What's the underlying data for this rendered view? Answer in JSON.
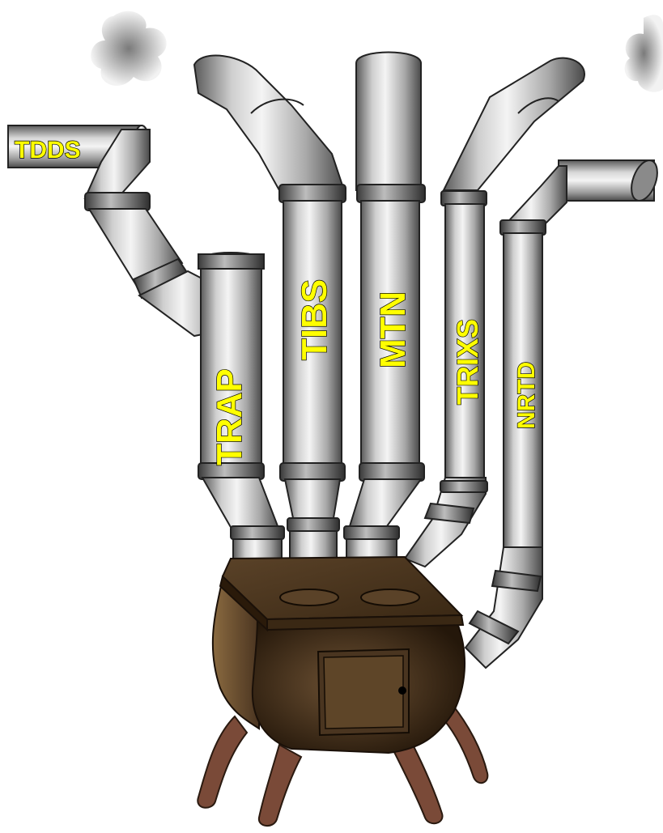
{
  "labels": {
    "tdds": "TDDS",
    "trap": "TRAP",
    "tibs": "TIBS",
    "mtn": "MTN",
    "trixs": "TRIXS",
    "nrtd": "NRTD"
  },
  "colors": {
    "label_fill": "#ffff00",
    "label_outline": "#000000",
    "pipe": "#b0b0b0",
    "stove": "#4a3520",
    "legs": "#7a4a38",
    "smoke": "#999999"
  }
}
